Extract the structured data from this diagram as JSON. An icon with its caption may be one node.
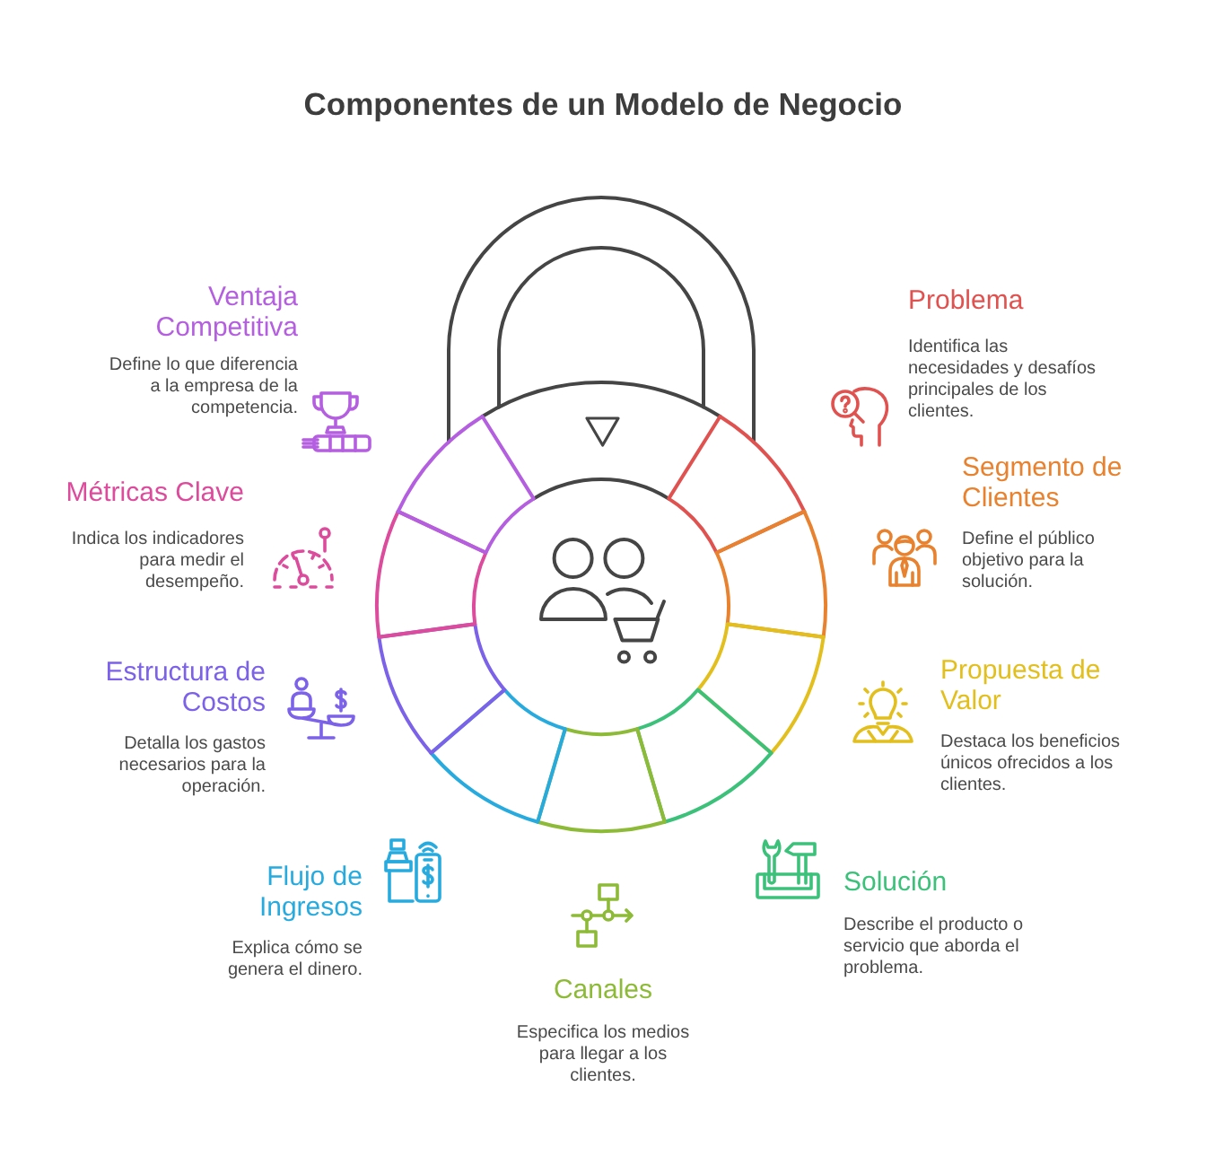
{
  "diagram": {
    "title": "Componentes de un Modelo de Negocio",
    "labels": [
      "Problema",
      "Identifica las necesidades y desafíos principales de los clientes.",
      "Segmento de Clientes",
      "Define el público objetivo para la solución.",
      "Propuesta de Valor",
      "Destaca los beneficios únicos ofrecidos a los clientes.",
      "Solución",
      "Describe el producto o servicio que aborda el problema.",
      "Canales",
      "Especifica los medios para llegar a los clientes.",
      "Flujo de Ingresos",
      "Explica cómo se genera el dinero.",
      "Estructura de Costos",
      "Detalla los gastos necesarios para la operación.",
      "Métricas Clave",
      "Indica los indicadores para medir el desempeño.",
      "Ventaja Competitiva",
      "Define lo que diferencia a la empresa de la competencia."
    ]
  }
}
